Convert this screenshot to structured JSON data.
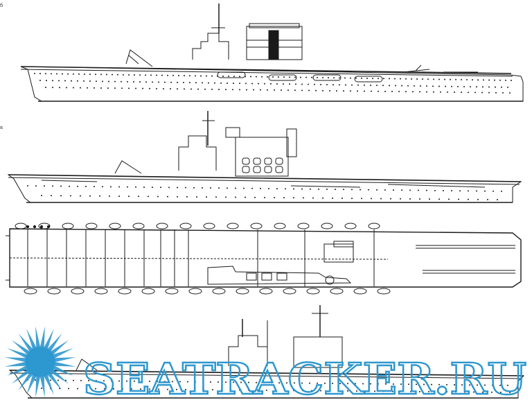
{
  "drawings": [
    {
      "name": "profile-upper"
    },
    {
      "name": "profile-middle"
    },
    {
      "name": "flight-deck-plan"
    },
    {
      "name": "profile-lower"
    }
  ],
  "side_marks": [
    "б",
    "в"
  ],
  "watermark": {
    "text": "SEATRACKER.RU",
    "color": "#2d97cf",
    "logo": "sun-burst"
  },
  "colors": {
    "ink": "#1a1a1a",
    "paper": "#ffffff",
    "watermark": "#2d97cf"
  }
}
